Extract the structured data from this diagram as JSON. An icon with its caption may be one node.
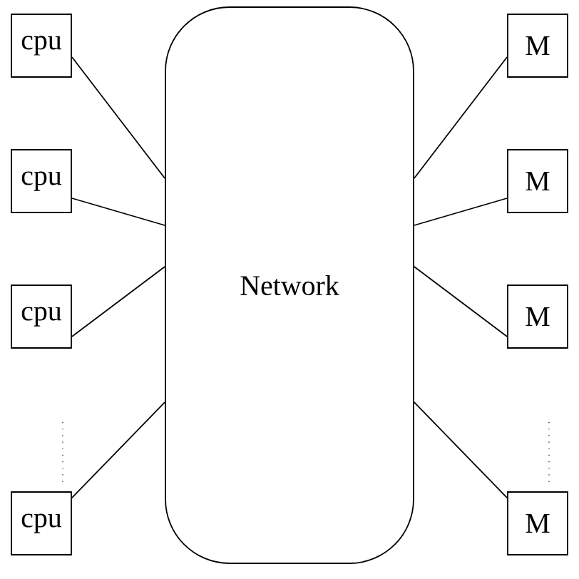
{
  "diagram": {
    "nodes": [
      {
        "text": [
          "cpu"
        ]
      },
      {
        "text": [
          "cpu"
        ]
      },
      {
        "text": [
          "cpu"
        ]
      },
      {
        "text": [
          "cpu"
        ]
      },
      {
        "text": [
          "Network"
        ]
      },
      {
        "text": [
          "M"
        ]
      },
      {
        "text": [
          "M"
        ]
      },
      {
        "text": [
          "M"
        ]
      },
      {
        "text": [
          "M"
        ]
      }
    ],
    "edges": [
      {
        "from": 0,
        "to": 4,
        "arrow": "none"
      },
      {
        "from": 1,
        "to": 4,
        "arrow": "none"
      },
      {
        "from": 2,
        "to": 4,
        "arrow": "none"
      },
      {
        "from": 3,
        "to": 4,
        "arrow": "none"
      },
      {
        "from": 5,
        "to": 4,
        "arrow": "none"
      },
      {
        "from": 6,
        "to": 4,
        "arrow": "none"
      },
      {
        "from": 7,
        "to": 4,
        "arrow": "none"
      },
      {
        "from": 8,
        "to": 4,
        "arrow": "none"
      }
    ]
  }
}
